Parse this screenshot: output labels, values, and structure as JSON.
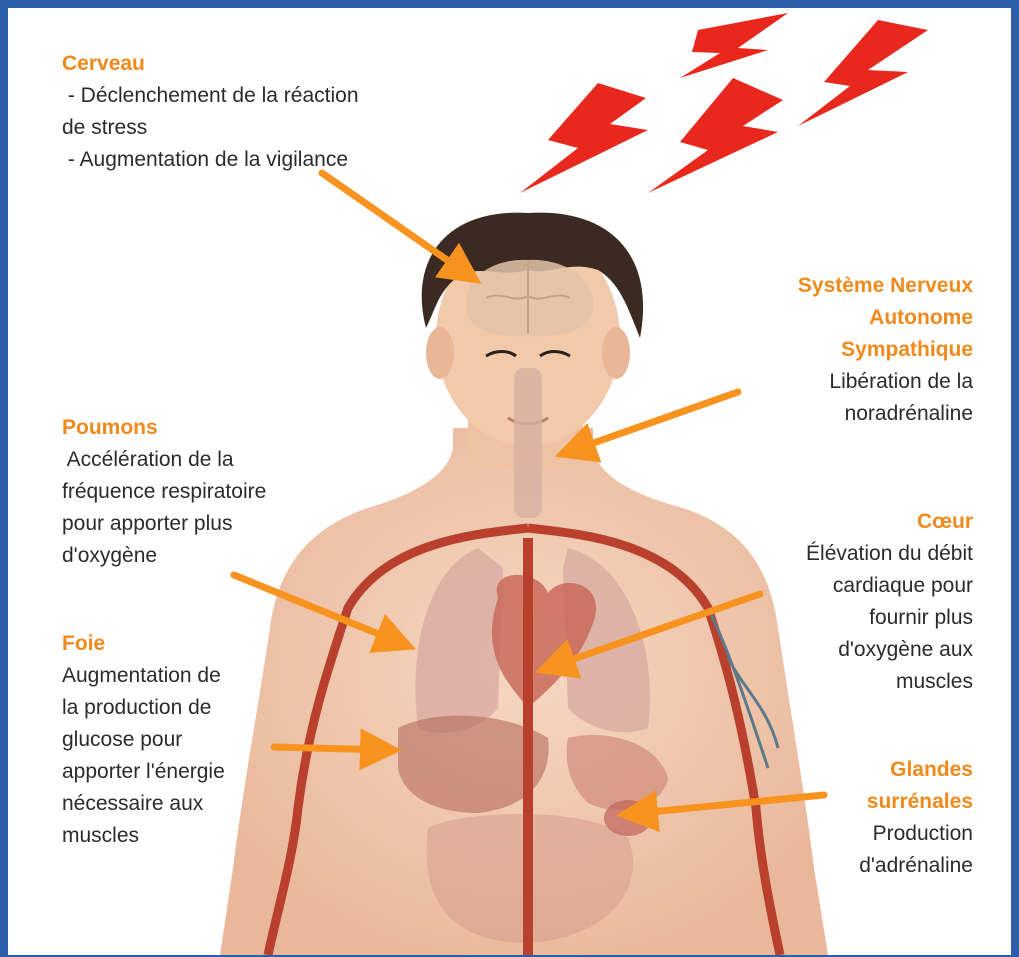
{
  "labels": {
    "cerveau": {
      "title": "Cerveau",
      "lines": [
        " - Déclenchement de la réaction",
        "de stress",
        " - Augmentation de la vigilance"
      ]
    },
    "snas": {
      "title_lines": [
        "Système Nerveux",
        "Autonome",
        "Sympathique"
      ],
      "lines": [
        "Libération de la",
        "noradrénaline"
      ]
    },
    "poumons": {
      "title": "Poumons",
      "lines": [
        " Accélération de la",
        "fréquence respiratoire",
        "pour apporter plus",
        "d'oxygène"
      ]
    },
    "coeur": {
      "title": "Cœur",
      "lines": [
        "Élévation du débit",
        "cardiaque pour",
        "fournir plus",
        "d'oxygène aux",
        "muscles"
      ]
    },
    "foie": {
      "title": "Foie",
      "lines": [
        "Augmentation de",
        "la production de",
        "glucose pour",
        "apporter l'énergie",
        "nécessaire aux",
        "muscles"
      ]
    },
    "glandes": {
      "title_lines": [
        "Glandes",
        "surrénales"
      ],
      "lines": [
        "Production",
        "d'adrénaline"
      ]
    }
  },
  "colors": {
    "frame": "#2c5fa8",
    "title": "#f08a1c",
    "arrow": "#f7931e",
    "lightning": "#e8281c",
    "text": "#2b2b2b",
    "artery": "#b8402c",
    "skin": "#f0c6a8"
  }
}
